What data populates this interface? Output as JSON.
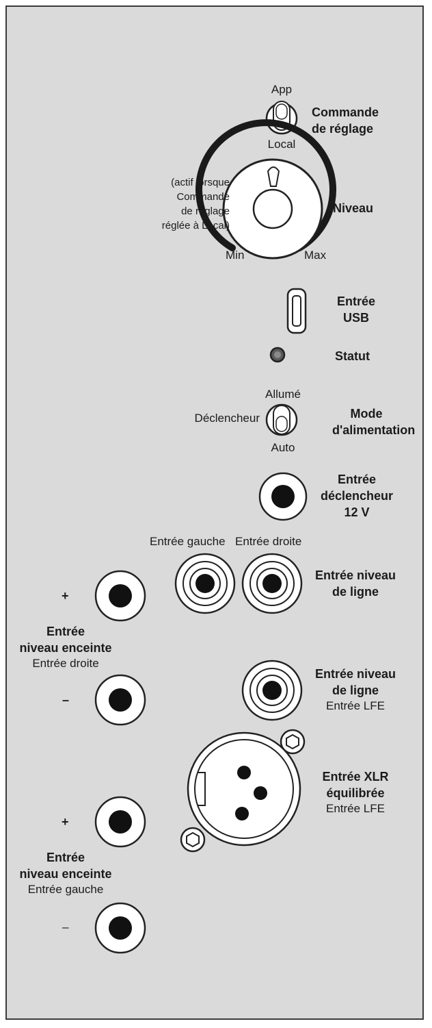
{
  "control_mode": {
    "label_line1": "Commande",
    "label_line2": "de réglage",
    "top_label": "App",
    "bottom_label": "Local"
  },
  "level": {
    "label": "Niveau",
    "note": [
      "(actif lorsque",
      "Commande",
      "de réglage",
      "réglée à Local)"
    ],
    "min_label": "Min",
    "max_label": "Max"
  },
  "usb": {
    "label_line1": "Entrée",
    "label_line2": "USB"
  },
  "status": {
    "label": "Statut"
  },
  "power_mode": {
    "label_line1": "Mode",
    "label_line2": "d'alimentation",
    "top_label": "Allumé",
    "left_label": "Déclencheur",
    "bottom_label": "Auto"
  },
  "trigger_in": {
    "label": [
      "Entrée",
      "déclencheur",
      "12 V"
    ]
  },
  "line_in": {
    "left_label": "Entrée gauche",
    "right_label": "Entrée droite",
    "label_line1": "Entrée niveau",
    "label_line2": "de ligne"
  },
  "speaker_right": {
    "plus": "+",
    "minus": "–",
    "label_line1": "Entrée",
    "label_line2": "niveau enceinte",
    "sub": "Entrée droite"
  },
  "lfe_line": {
    "label_line1": "Entrée niveau",
    "label_line2": "de ligne",
    "sub": "Entrée LFE"
  },
  "xlr": {
    "label_line1": "Entrée XLR",
    "label_line2": "équilibrée",
    "sub": "Entrée LFE"
  },
  "speaker_left": {
    "plus": "+",
    "minus": "–",
    "label_line1": "Entrée",
    "label_line2": "niveau enceinte",
    "sub": "Entrée gauche"
  }
}
